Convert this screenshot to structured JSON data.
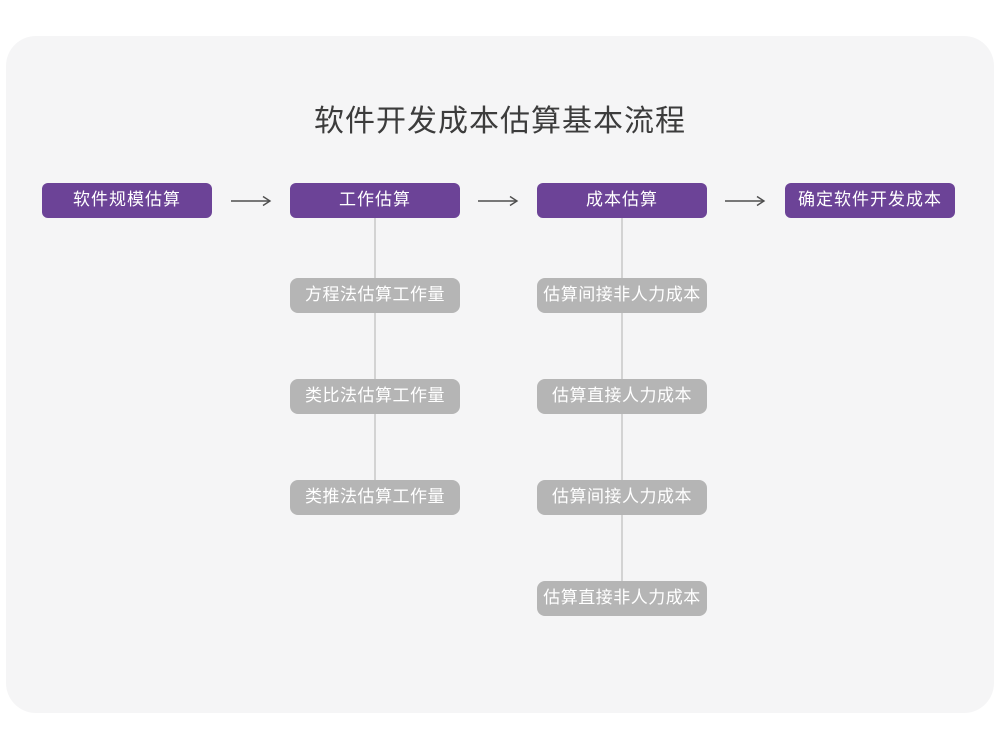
{
  "title": "软件开发成本估算基本流程",
  "colors": {
    "page_bg": "#ffffff",
    "card_bg": "#f5f5f6",
    "primary": "#6c4397",
    "secondary": "#b5b5b5",
    "connector": "#d3d3d3",
    "arrow": "#4f4f4f",
    "title_text": "#3c3c3c",
    "node_text": "#ffffff"
  },
  "flow": {
    "main_nodes": [
      "软件规模估算",
      "工作估算",
      "成本估算",
      "确定软件开发成本"
    ],
    "work_estimation_methods": [
      "方程法估算工作量",
      "类比法估算工作量",
      "类推法估算工作量"
    ],
    "cost_estimation_steps": [
      "估算间接非人力成本",
      "估算直接人力成本",
      "估算间接人力成本",
      "估算直接非人力成本"
    ]
  }
}
